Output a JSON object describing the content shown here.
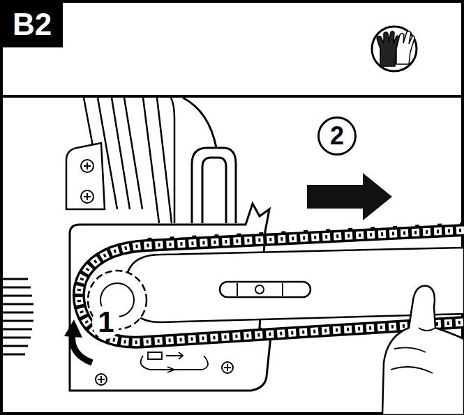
{
  "diagram": {
    "nodes": [
      {
        "text": [
          "B2"
        ]
      },
      {
        "text": [
          "2"
        ]
      }
    ],
    "labels": [
      "1"
    ]
  }
}
